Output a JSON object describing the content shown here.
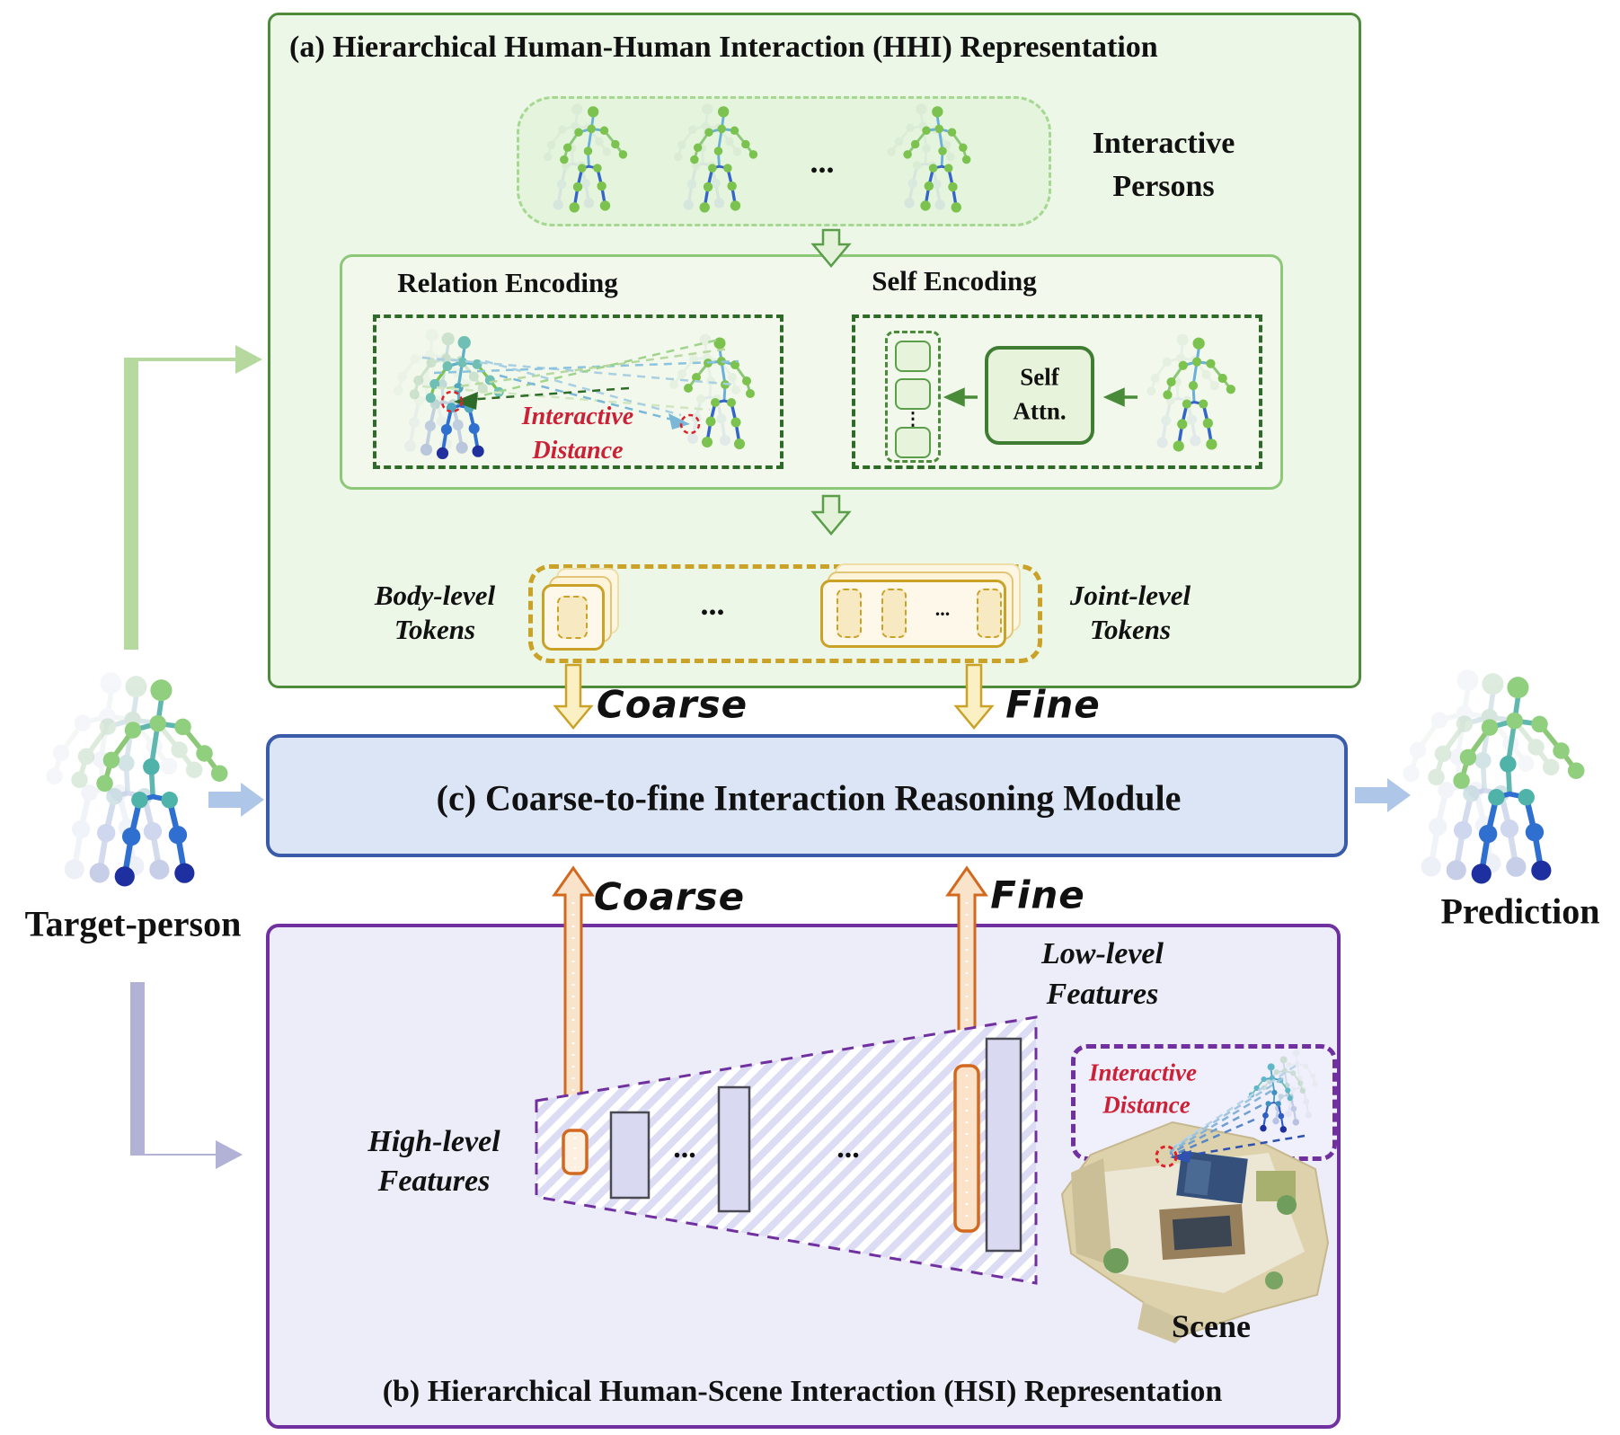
{
  "panel_a": {
    "title": "(a)  Hierarchical Human-Human Interaction (HHI) Representation",
    "interactive_persons": {
      "line1": "Interactive",
      "line2": "Persons"
    },
    "cloud_ellipsis": "...",
    "relation_encoding": {
      "title": "Relation Encoding",
      "interactive_distance_line1": "Interactive",
      "interactive_distance_line2": "Distance"
    },
    "self_encoding": {
      "title": "Self Encoding",
      "attn_line1": "Self",
      "attn_line2": "Attn.",
      "column_dots": "⋮"
    },
    "tokens": {
      "body_label_line1": "Body-level",
      "body_label_line2": "Tokens",
      "joint_label_line1": "Joint-level",
      "joint_label_line2": "Tokens",
      "ellipsis": "...",
      "inner_ellipsis": "..."
    }
  },
  "panel_c": {
    "title": "(c)   Coarse-to-fine Interaction Reasoning Module"
  },
  "panel_b": {
    "title": "(b) Hierarchical Human-Scene Interaction (HSI) Representation",
    "high_level_line1": "High-level",
    "high_level_line2": "Features",
    "low_level_line1": "Low-level",
    "low_level_line2": "Features",
    "interactive_distance_line1": "Interactive",
    "interactive_distance_line2": "Distance",
    "scene_label": "Scene",
    "ellipsis1": "...",
    "ellipsis2": "..."
  },
  "flow_labels": {
    "coarse_top": "Coarse",
    "fine_top": "Fine",
    "coarse_bottom": "Coarse",
    "fine_bottom": "Fine"
  },
  "side_labels": {
    "target_person": "Target-person",
    "prediction": "Prediction"
  },
  "colors": {
    "green_border": "#4e8c3c",
    "green_fill": "#edf7e8",
    "inner_green_border": "#8cc878",
    "dark_green_dash": "#2f6b28",
    "gold": "#c9a227",
    "blue_border": "#3a5ba9",
    "blue_fill": "#dbe5f5",
    "purple_border": "#7030a0",
    "purple_fill": "#ededf9",
    "orange": "#d2691e",
    "red_accent": "#cc2036"
  }
}
